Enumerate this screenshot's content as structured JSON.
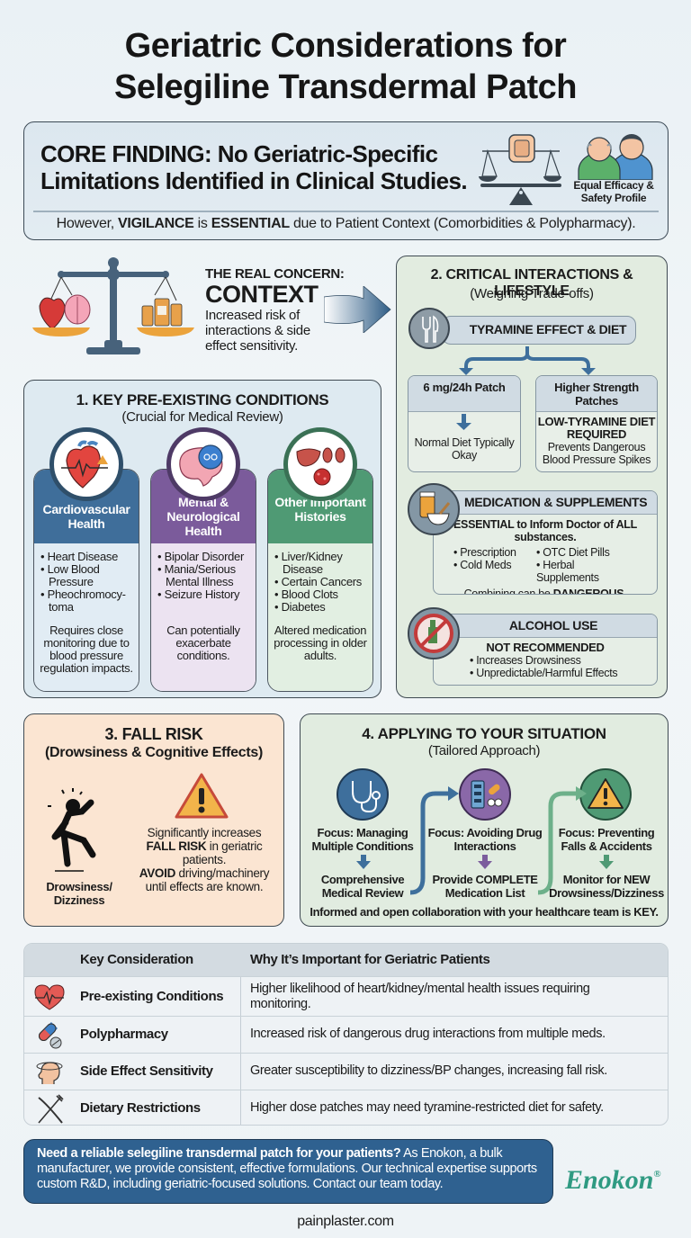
{
  "title": {
    "line1": "Geriatric Considerations for",
    "line2": "Selegiline Transdermal Patch"
  },
  "core_finding": {
    "heading_line1": "CORE FINDING: No Geriatric-Specific",
    "heading_line2": "Limitations Identified in Clinical Studies.",
    "badge_line1": "Equal Efficacy &",
    "badge_line2": "Safety Profile",
    "sub_pre": "However, ",
    "sub_bold1": "VIGILANCE",
    "sub_mid": " is ",
    "sub_bold2": "ESSENTIAL",
    "sub_post": " due to Patient Context (Comorbidities & Polypharmacy)."
  },
  "concern": {
    "label": "THE REAL CONCERN:",
    "big": "CONTEXT",
    "text": "Increased risk of interactions & side effect sensitivity."
  },
  "section1": {
    "title": "1. KEY PRE-EXISTING CONDITIONS",
    "subtitle": "(Crucial for Medical Review)",
    "columns": [
      {
        "heading": "Cardiovascular Health",
        "color": "#3f6e9a",
        "body_bg": "#e1ecf4",
        "items": [
          "Heart Disease",
          "Low Blood Pressure",
          "Pheochromocy-toma"
        ],
        "note": "Requires close monitoring due to blood pressure regulation impacts."
      },
      {
        "heading": "Mental & Neurological Health",
        "color": "#7b5b9b",
        "body_bg": "#ece3f1",
        "items": [
          "Bipolar Disorder",
          "Mania/Serious Mental Illness",
          "Seizure History"
        ],
        "note": "Can potentially exacerbate conditions."
      },
      {
        "heading": "Other Important Histories",
        "color": "#4f9a74",
        "body_bg": "#e2efe2",
        "items": [
          "Liver/Kidney Disease",
          "Certain Cancers",
          "Blood Clots",
          "Diabetes"
        ],
        "note": "Altered medication processing in older adults."
      }
    ]
  },
  "section2": {
    "title": "2. CRITICAL INTERACTIONS & LIFESTYLE",
    "subtitle": "(Weighing Trade-offs)",
    "tyramine": {
      "label": "TYRAMINE EFFECT & DIET",
      "low": {
        "head": "6 mg/24h Patch",
        "body": "Normal Diet Typically Okay"
      },
      "high": {
        "head": "Higher Strength Patches",
        "bold": "LOW-TYRAMINE DIET REQUIRED",
        "body": "Prevents Dangerous Blood Pressure Spikes"
      }
    },
    "medication": {
      "label": "MEDICATION & SUPPLEMENTS",
      "intro": "ESSENTIAL to Inform Doctor of ALL substances.",
      "items": [
        "Prescription",
        "OTC Diet Pills",
        "Cold Meds",
        "Herbal Supplements"
      ],
      "warning_pre": "Combining can be ",
      "warning_bold": "DANGEROUS."
    },
    "alcohol": {
      "label": "ALCOHOL USE",
      "status": "NOT RECOMMENDED",
      "items": [
        "Increases Drowsiness",
        "Unpredictable/Harmful Effects"
      ]
    }
  },
  "section3": {
    "title": "3. FALL RISK",
    "subtitle": "(Drowsiness & Cognitive Effects)",
    "figure_caption": "Drowsiness/ Dizziness",
    "text_pre": "Significantly increases ",
    "text_bold": "FALL RISK",
    "text_post": " in geriatric patients.",
    "avoid_bold": "AVOID",
    "avoid_text": " driving/machinery until effects are known."
  },
  "section4": {
    "title": "4. APPLYING TO YOUR SITUATION",
    "subtitle": "(Tailored Approach)",
    "steps": [
      {
        "focus": "Focus: Managing Multiple Conditions",
        "action": "Comprehensive Medical Review",
        "color": "#3e6f9c"
      },
      {
        "focus": "Focus: Avoiding Drug Interactions",
        "action": "Provide COMPLETE Medication List",
        "color": "#7c5d9d"
      },
      {
        "focus": "Focus: Preventing Falls & Accidents",
        "action": "Monitor for NEW Drowsiness/Dizziness",
        "color": "#4f9a74"
      }
    ],
    "footer": "Informed and open collaboration with your healthcare team is KEY."
  },
  "table": {
    "headers": [
      "Key Consideration",
      "Why It’s Important for Geriatric Patients"
    ],
    "rows": [
      {
        "icon": "heart-pulse-icon",
        "consideration": "Pre-existing Conditions",
        "why": "Higher likelihood of heart/kidney/mental health issues requiring monitoring."
      },
      {
        "icon": "pill-icon",
        "consideration": "Polypharmacy",
        "why": "Increased risk of dangerous drug interactions from multiple meds."
      },
      {
        "icon": "dizzy-head-icon",
        "consideration": "Side Effect Sensitivity",
        "why": "Greater susceptibility to dizziness/BP changes, increasing fall risk."
      },
      {
        "icon": "fork-knife-icon",
        "consideration": "Dietary Restrictions",
        "why": "Higher dose patches may need tyramine-restricted diet for safety."
      }
    ]
  },
  "cta": {
    "bold": "Need a reliable selegiline transdermal patch for your patients?",
    "text": " As Enokon, a bulk manufacturer, we provide consistent, effective formulations. Our technical expertise supports custom R&D, including geriatric-focused solutions. Contact our team today."
  },
  "brand": {
    "name": "Enokon",
    "mark": "®",
    "color": "#2f9a82"
  },
  "website": "painplaster.com"
}
